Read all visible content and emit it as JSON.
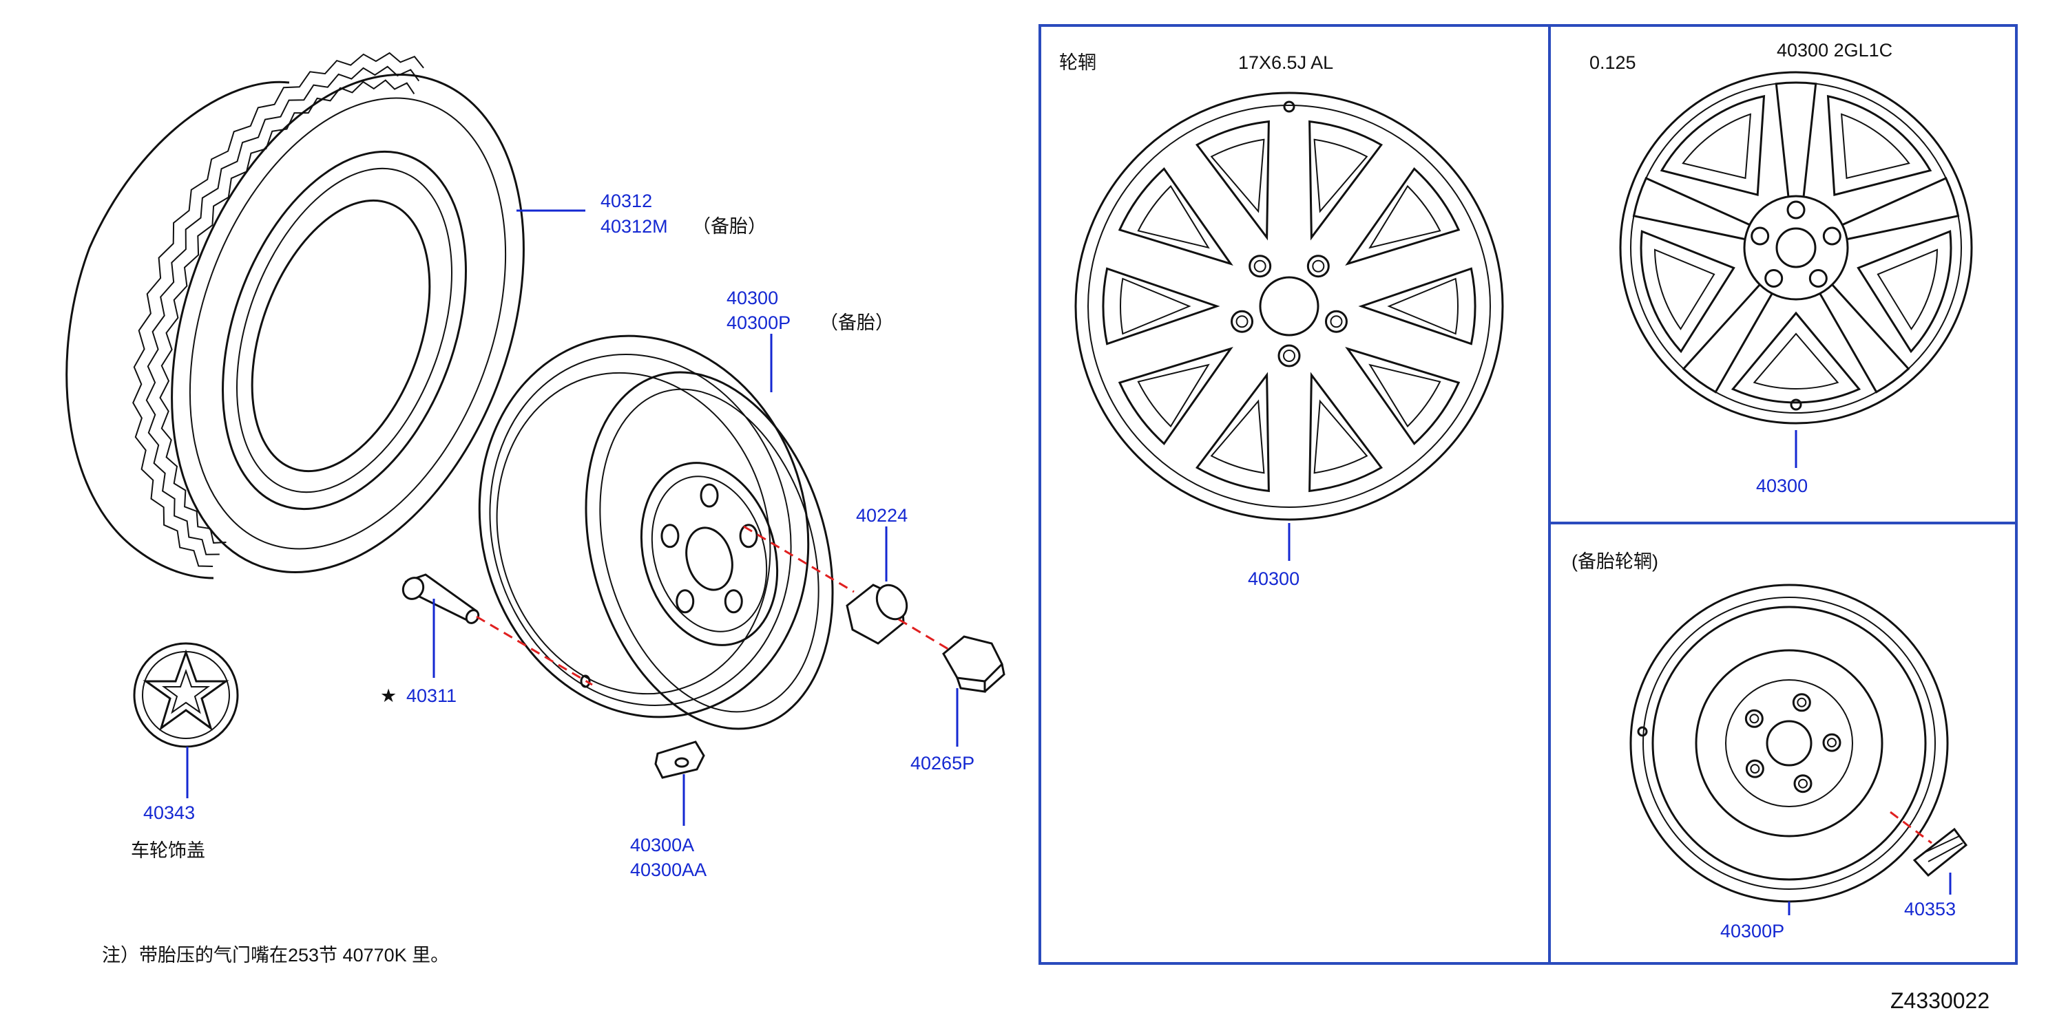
{
  "callouts": {
    "tire": {
      "num1": "40312",
      "num2": "40312M",
      "note": "（备胎）"
    },
    "wheel": {
      "num1": "40300",
      "num2": "40300P",
      "note": "（备胎）"
    },
    "nut_40224": "40224",
    "nut_40265p": "40265P",
    "valve": {
      "star": "★",
      "num": "40311"
    },
    "weight": {
      "num1": "40300A",
      "num2": "40300AA"
    },
    "cap": {
      "num": "40343",
      "label": "车轮饰盖"
    }
  },
  "footnote": "注）带胎压的气门嘴在253节 40770K  里。",
  "diagram_code": "Z4330022",
  "panel_a": {
    "title": "轮辋",
    "spec": "17X6.5J   AL",
    "part": "40300"
  },
  "panel_b": {
    "offset": "0.125",
    "code": "40300   2GL1C",
    "part": "40300"
  },
  "panel_c": {
    "title": "(备胎轮辋)",
    "part": "40300P",
    "weight": "40353"
  },
  "colors": {
    "callout": "#1428d2",
    "line": "#111111",
    "dashed": "#e02020",
    "frame": "#2a4bbd"
  }
}
